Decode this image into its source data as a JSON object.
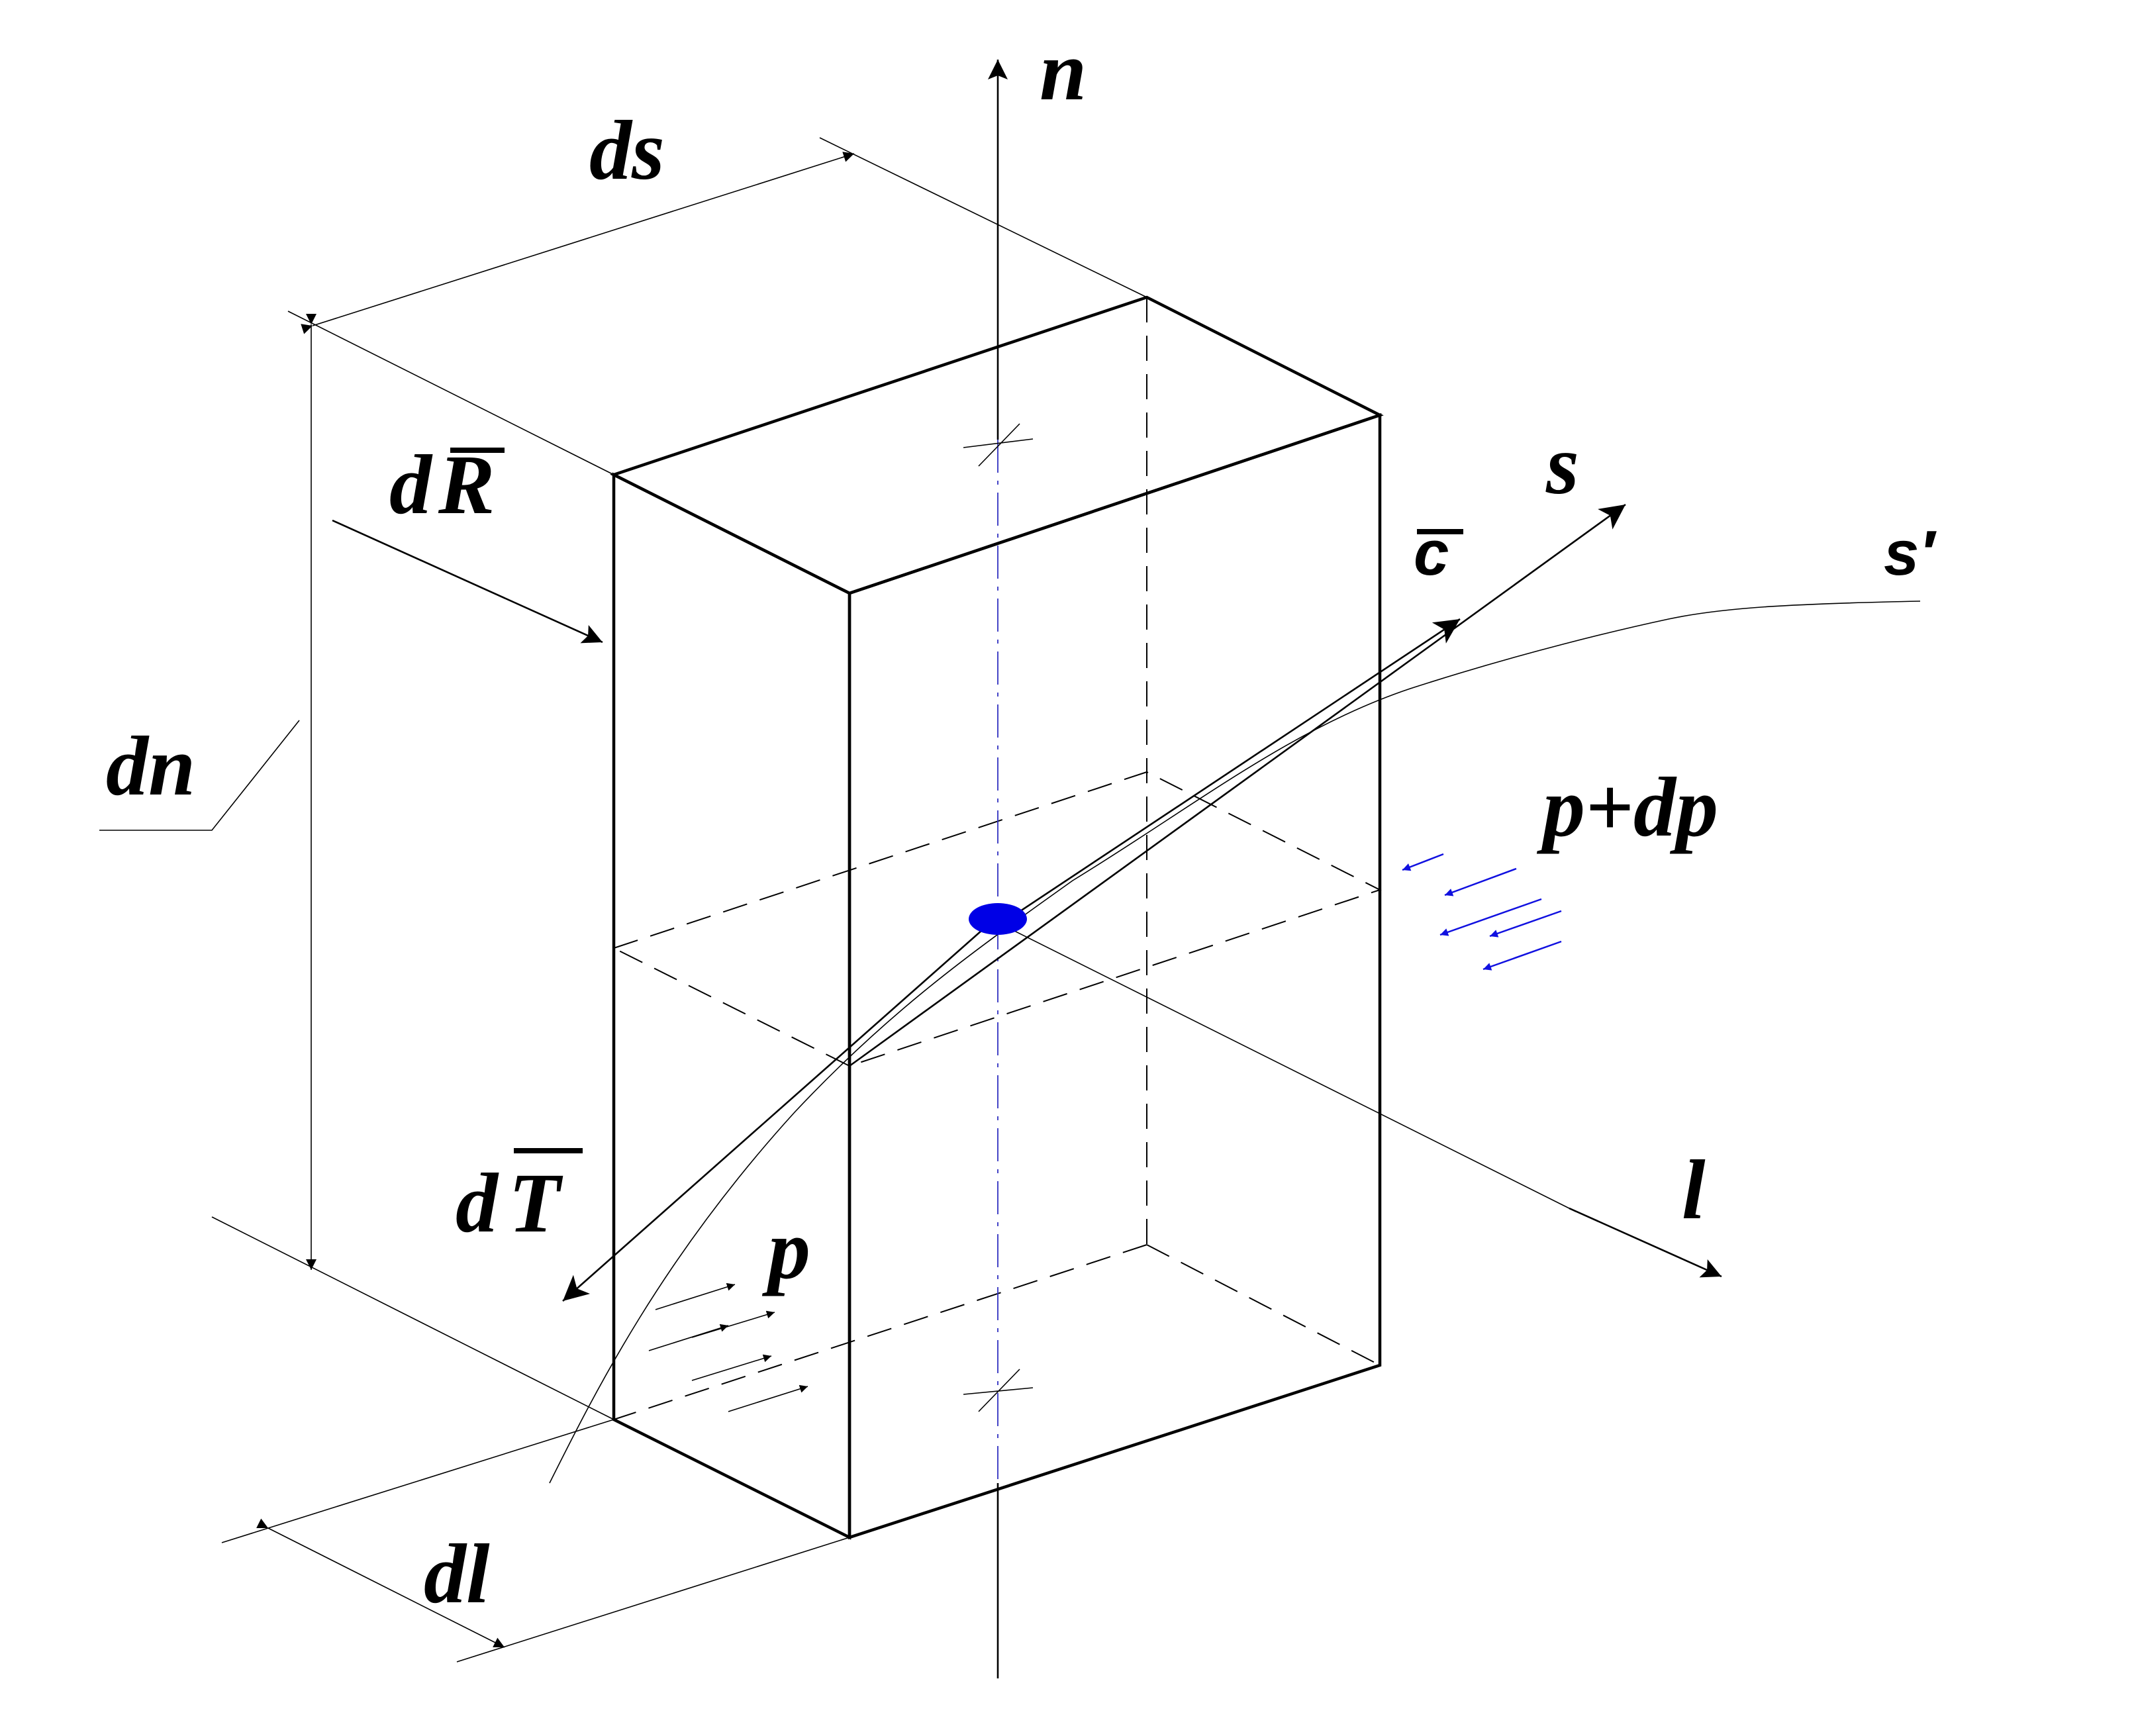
{
  "labels": {
    "n": "n",
    "ds": "ds",
    "s": "s",
    "s_prime": "s′",
    "c": "c",
    "dR_d": "d",
    "dR_R": "R",
    "dn": "dn",
    "p_plus_dp": "p+dp",
    "dT_d": "d",
    "dT_T": "T",
    "l": "l",
    "p": "p",
    "dl": "dl"
  },
  "colors": {
    "ink": "#000000",
    "pressure_arrows_right": "#1010e0",
    "centre_point": "#0000e6",
    "centre_line": "#3030c0"
  }
}
